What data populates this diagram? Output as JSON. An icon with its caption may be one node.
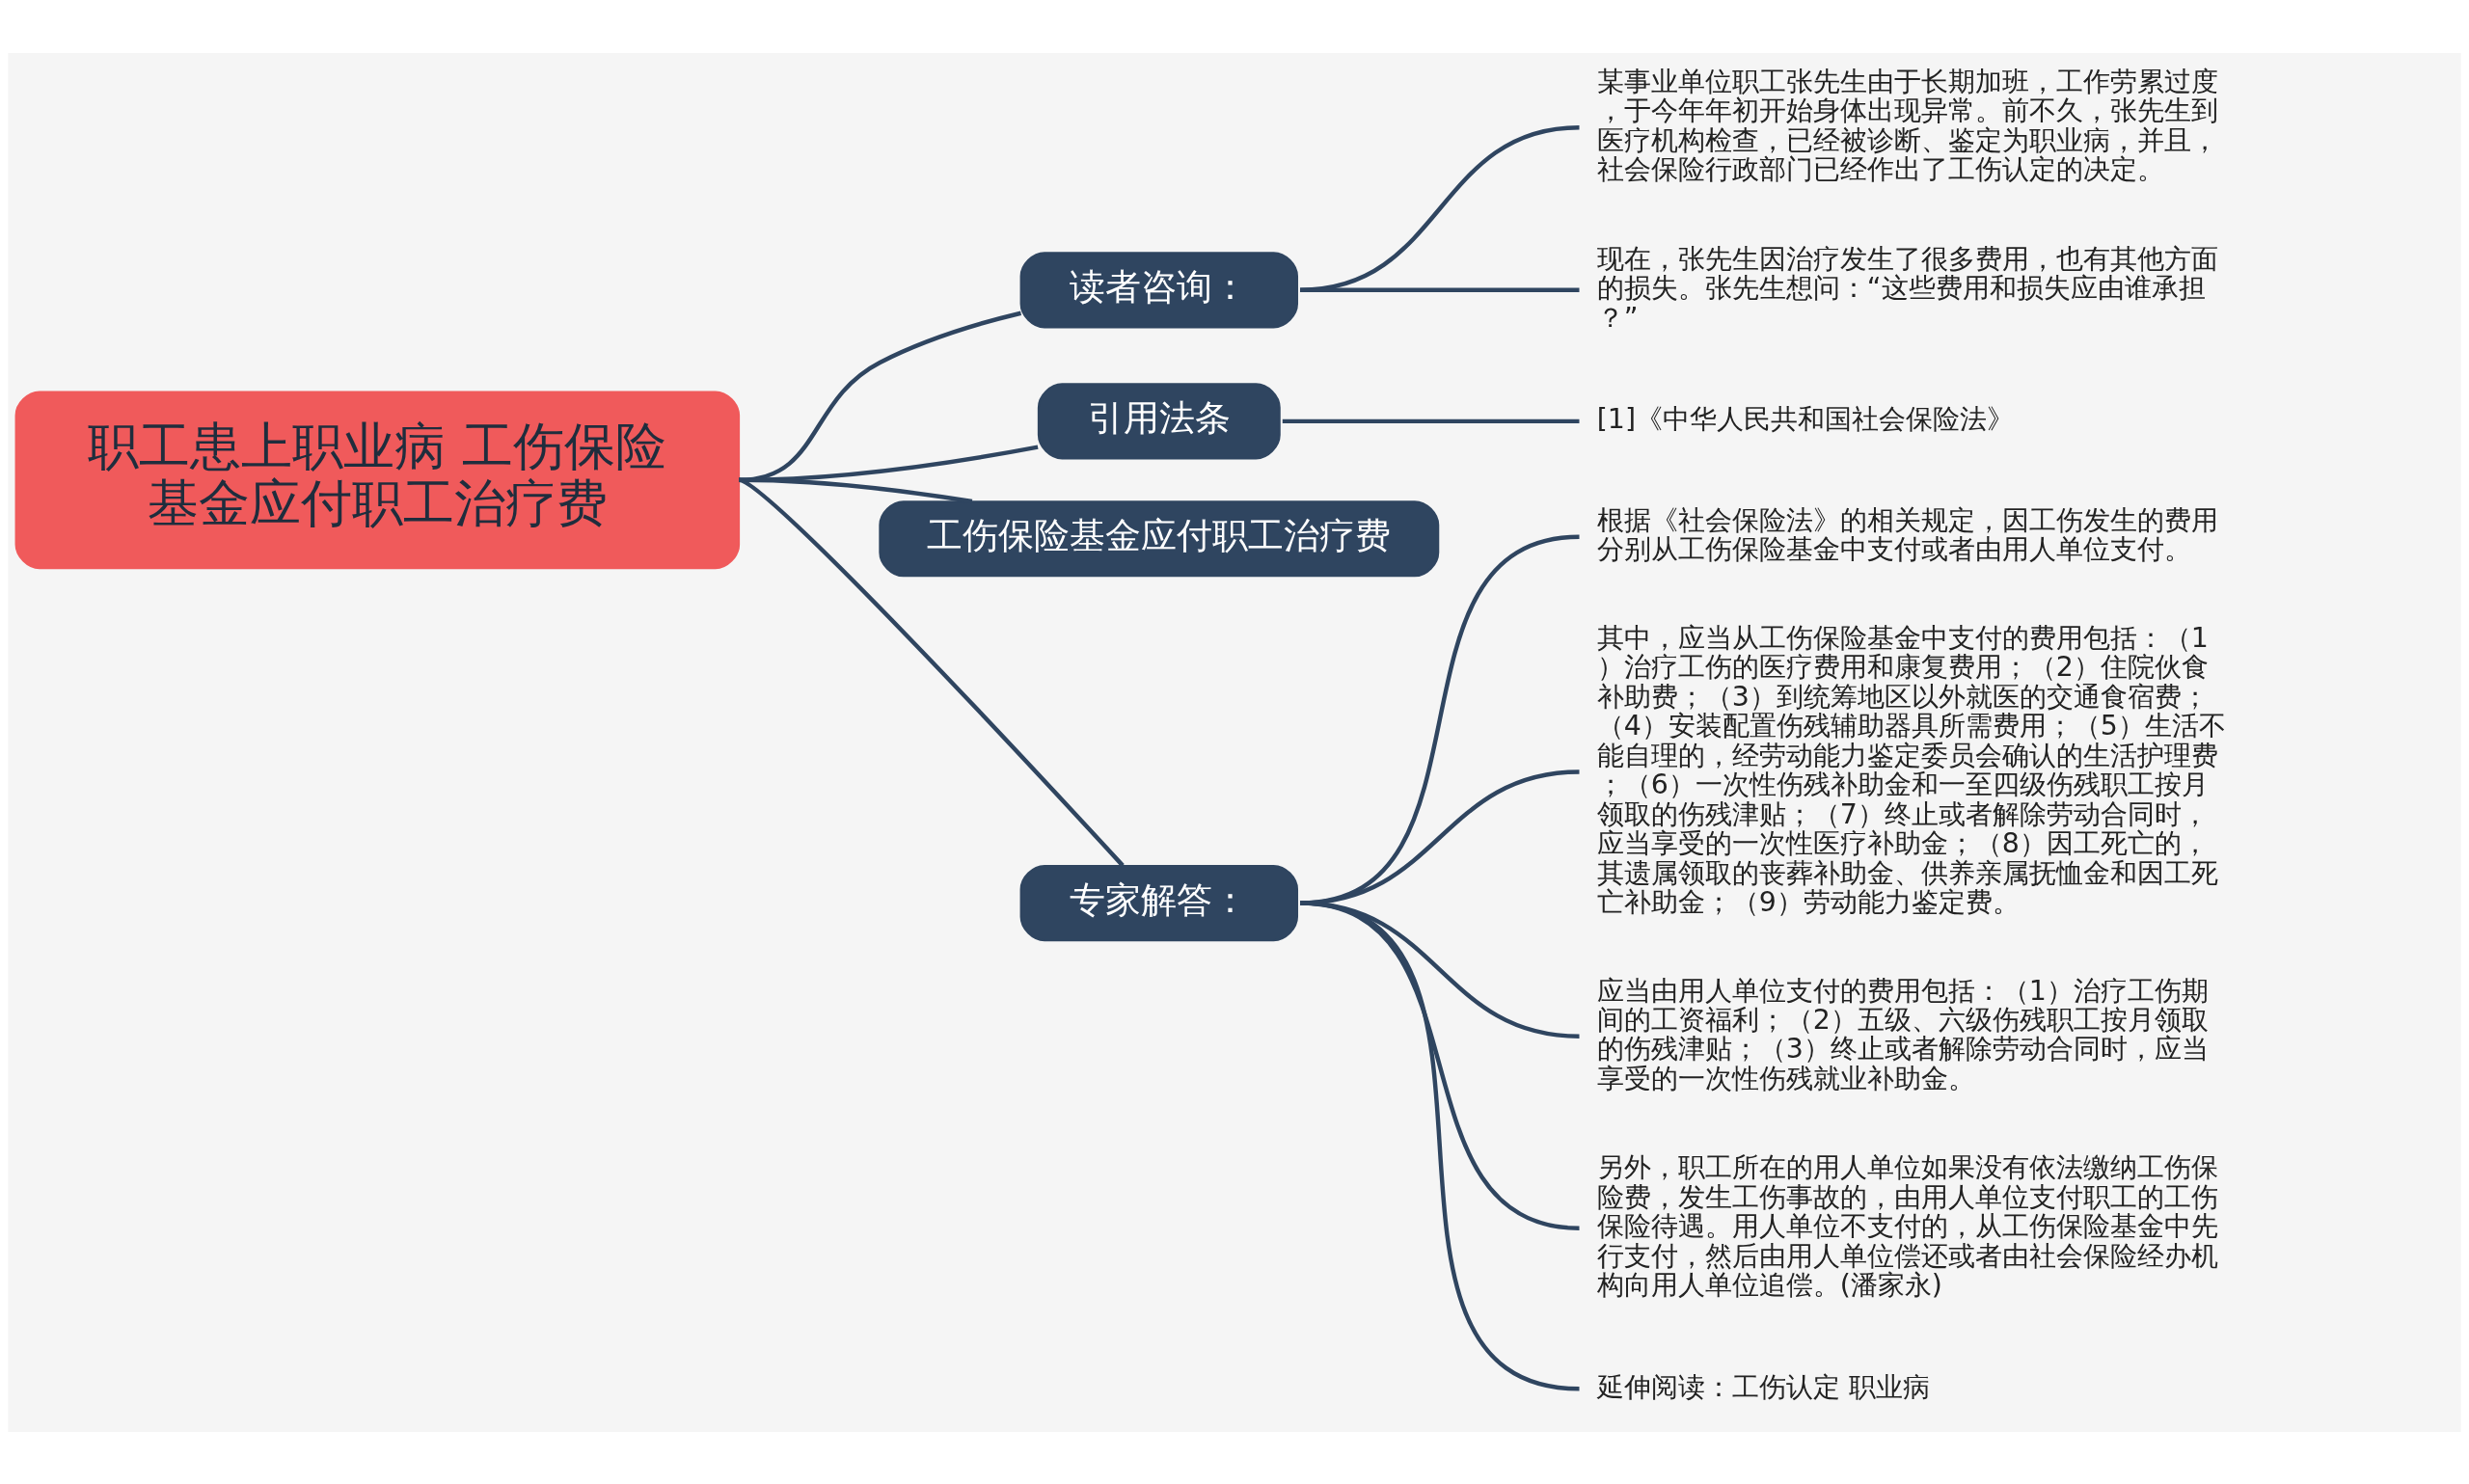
{
  "diagram": {
    "nodes": [
      {
        "text": [
          "职工患上职业病 工伤保险基金应付职工治疗费"
        ]
      },
      {
        "text": [
          "读者咨询："
        ]
      },
      {
        "text": [
          "某事业单位职工张先生由于长期加班，工作劳累过度，于今年年初开始身体出现异常。前不久，张先生到医疗机构检查，已经被诊断、鉴定为职业病，并且，社会保险行政部门已经作出了工伤认定的决定。"
        ]
      },
      {
        "text": [
          "现在，张先生因治疗发生了很多费用，也有其他方面的损失。张先生想问：“这些费用和损失应由谁承担？”"
        ]
      },
      {
        "text": [
          "引用法条"
        ]
      },
      {
        "text": [
          "[1]《中华人民共和国社会保险法》"
        ]
      },
      {
        "text": [
          "工伤保险基金应付职工治疗费"
        ]
      },
      {
        "text": [
          "专家解答："
        ]
      },
      {
        "text": [
          "根据《社会保险法》的相关规定，因工伤发生的费用分别从工伤保险基金中支付或者由用人单位支付。"
        ]
      },
      {
        "text": [
          "其中，应当从工伤保险基金中支付的费用包括：（1）治疗工伤的医疗费用和康复费用；（2）住院伙食补助费；（3）到统筹地区以外就医的交通食宿费；（4）安装配置伤残辅助器具所需费用；（5）生活不能自理的，经劳动能力鉴定委员会确认的生活护理费；（6）一次性伤残补助金和一至四级伤残职工按月领取的伤残津贴；（7）终止或者解除劳动合同时，应当享受的一次性医疗补助金；（8）因工死亡的，其遗属领取的丧葬补助金、供养亲属抚恤金和因工死亡补助金；（9）劳动能力鉴定费。"
        ]
      },
      {
        "text": [
          "应当由用人单位支付的费用包括：（1）治疗工伤期间的工资福利；（2）五级、六级伤残职工按月领取的伤残津贴；（3）终止或者解除劳动合同时，应当享受的一次性伤残就业补助金。"
        ]
      },
      {
        "text": [
          "另外，职工所在的用人单位如果没有依法缴纳工伤保险费，发生工伤事故的，由用人单位支付职工的工伤保险待遇。用人单位不支付的，从工伤保险基金中先行支付，然后由用人单位偿还或者由社会保险经办机构向用人单位追偿。(潘家永)"
        ]
      },
      {
        "text": [
          "延伸阅读：工伤认定 职业病"
        ]
      }
    ],
    "edges": [
      {
        "from": 0,
        "to": 1,
        "arrow": "none"
      },
      {
        "from": 1,
        "to": 2,
        "arrow": "none"
      },
      {
        "from": 1,
        "to": 3,
        "arrow": "none"
      },
      {
        "from": 0,
        "to": 4,
        "arrow": "none"
      },
      {
        "from": 4,
        "to": 5,
        "arrow": "none"
      },
      {
        "from": 0,
        "to": 6,
        "arrow": "none"
      },
      {
        "from": 0,
        "to": 7,
        "arrow": "none"
      },
      {
        "from": 7,
        "to": 8,
        "arrow": "none"
      },
      {
        "from": 7,
        "to": 9,
        "arrow": "none"
      },
      {
        "from": 7,
        "to": 10,
        "arrow": "none"
      },
      {
        "from": 7,
        "to": 11,
        "arrow": "none"
      },
      {
        "from": 7,
        "to": 12,
        "arrow": "none"
      }
    ]
  }
}
